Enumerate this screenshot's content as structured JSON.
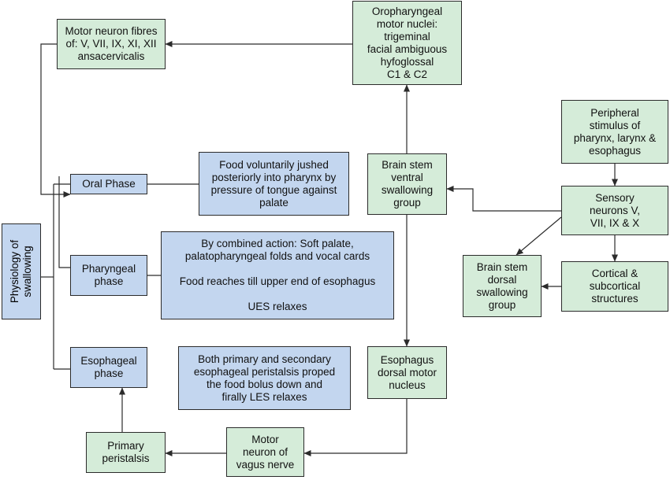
{
  "nodes": {
    "physiology": [
      "Physiology of",
      "swallowing"
    ],
    "motor_fibres": [
      "Motor neuron fibres",
      "of: V, VII, IX, XI, XII",
      "ansacervicalis"
    ],
    "oropharyngeal_nuclei": [
      "Oropharyngeal",
      "motor nuclei:",
      "trigeminal",
      "facial ambiguous",
      "hyfoglossal",
      "C1 & C2"
    ],
    "oral_phase": [
      "Oral Phase"
    ],
    "oral_desc": [
      "Food voluntarily jushed",
      "posteriorly into pharynx by",
      "pressure of tongue against",
      "palate"
    ],
    "brainstem_ventral": [
      "Brain stem",
      "ventral",
      "swallowing",
      "group"
    ],
    "peripheral_stimulus": [
      "Peripheral",
      "stimulus of",
      "pharynx, larynx &",
      "esophagus"
    ],
    "sensory_neurons": [
      "Sensory",
      "neurons V,",
      "VII, IX & X"
    ],
    "pharyngeal_phase": [
      "Pharyngeal",
      "phase"
    ],
    "pharyngeal_desc": {
      "line1": "By combined action: Soft palate,",
      "line2": "palatopharyngeal folds and vocal cards",
      "line3": "Food reaches till upper end of esophagus",
      "line4": "UES relaxes"
    },
    "brainstem_dorsal": [
      "Brain stem",
      "dorsal",
      "swallowing",
      "group"
    ],
    "cortical": [
      "Cortical &",
      "subcortical",
      "structures"
    ],
    "esophageal_phase": [
      "Esophageal",
      "phase"
    ],
    "esophageal_desc": [
      "Both primary and secondary",
      "esophageal peristalsis proped",
      "the food bolus down and",
      "firally LES relaxes"
    ],
    "esophagus_nucleus": [
      "Esophagus",
      "dorsal motor",
      "nucleus"
    ],
    "primary_peristalsis": [
      "Primary",
      "peristalsis"
    ],
    "vagus_motor": [
      "Motor",
      "neuron of",
      "vagus nerve"
    ]
  },
  "colors": {
    "green_box": "#d5ecd9",
    "blue_box": "#c3d6ef",
    "line": "#2b2b2b"
  }
}
